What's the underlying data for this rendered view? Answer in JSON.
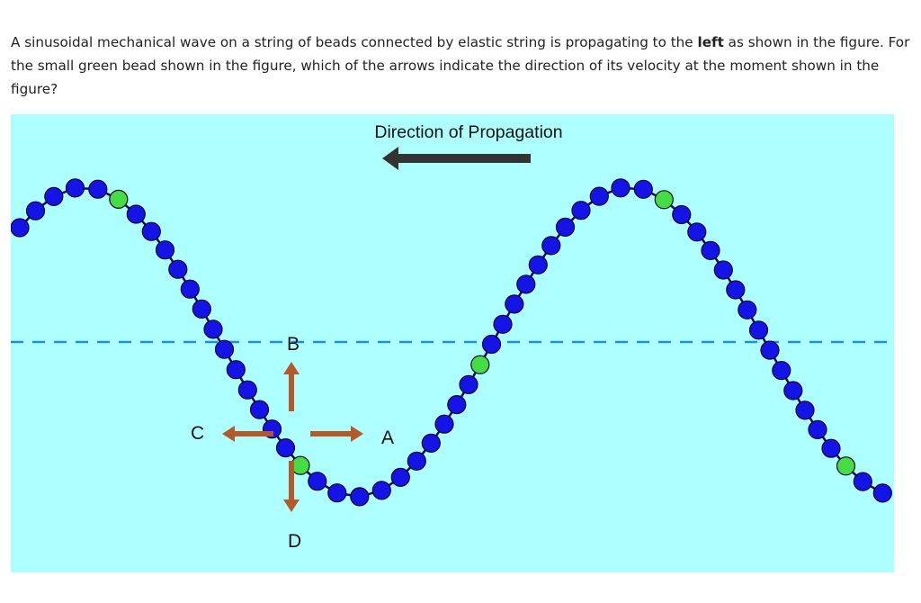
{
  "question": {
    "part1": "A sinusoidal mechanical wave on a string of beads connected by elastic string is propagating to the ",
    "bold": "left",
    "part2": " as shown in the figure. For the small green bead shown in the figure, which of the arrows indicate the direction of its velocity at the moment shown in the figure?"
  },
  "figure": {
    "direction_label": "Direction of Propagation",
    "labels": {
      "a": "A",
      "b": "B",
      "c": "C",
      "d": "D"
    },
    "colors": {
      "background": "#aeffff",
      "bead_blue": "#1414e6",
      "bead_green": "#44dd44",
      "string": "#0a0a55",
      "axis_dash": "#1e8fe0",
      "arrow": "#b5582a",
      "propagation_arrow": "#333333"
    }
  }
}
